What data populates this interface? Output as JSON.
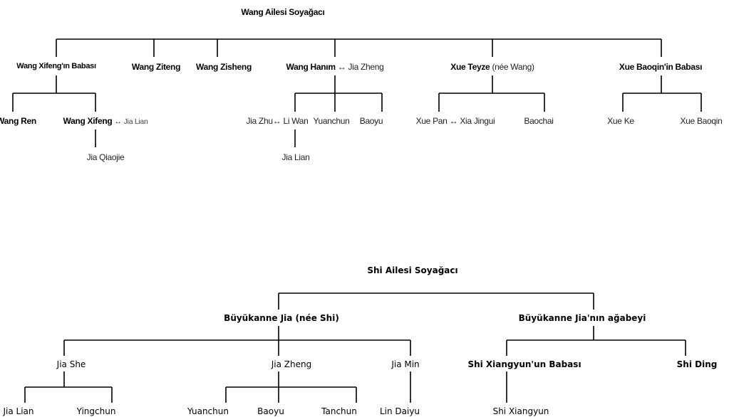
{
  "wang_tree": {
    "title": "Wang Ailesi Soyağacı",
    "gen1": [
      {
        "name": "Wang Xifeng'ın Babası"
      },
      {
        "name": "Wang Ziteng"
      },
      {
        "name": "Wang Zisheng"
      },
      {
        "name": "Wang Hanım",
        "spouse": "Jia Zheng"
      },
      {
        "name": "Xue Teyze",
        "note": "(née Wang)"
      },
      {
        "name": "Xue Baoqin'in Babası"
      }
    ],
    "gen2": [
      {
        "name": "Wang Ren",
        "parent": "Wang Xifeng'ın Babası"
      },
      {
        "name": "Wang Xifeng",
        "spouse": "Jia Lian",
        "parent": "Wang Xifeng'ın Babası"
      },
      {
        "name": "Jia Zhu",
        "spouse": "Li Wan",
        "parent": "Wang Hanım"
      },
      {
        "name": "Yuanchun",
        "parent": "Wang Hanım"
      },
      {
        "name": "Baoyu",
        "parent": "Wang Hanım"
      },
      {
        "name": "Xue Pan",
        "spouse": "Xia Jingui",
        "parent": "Xue Teyze"
      },
      {
        "name": "Baochai",
        "parent": "Xue Teyze"
      },
      {
        "name": "Xue Ke",
        "parent": "Xue Baoqin'in Babası"
      },
      {
        "name": "Xue Baoqin",
        "parent": "Xue Baoqin'in Babası"
      }
    ],
    "gen3": [
      {
        "name": "Jia Qiaojie",
        "parent": "Wang Xifeng"
      },
      {
        "name": "Jia Lian",
        "parent": "Li Wan"
      }
    ],
    "spouse_symbol": "↔"
  },
  "shi_tree": {
    "title": "Shi Ailesi Soyağacı",
    "gen1": [
      {
        "name": "Büyükanne Jia (née Shi)"
      },
      {
        "name": "Büyükanne Jia'nın ağabeyi"
      }
    ],
    "gen2": [
      {
        "name": "Jia She",
        "parent": "Büyükanne Jia (née Shi)"
      },
      {
        "name": "Jia Zheng",
        "parent": "Büyükanne Jia (née Shi)"
      },
      {
        "name": "Jia Min",
        "parent": "Büyükanne Jia (née Shi)"
      },
      {
        "name": "Shi Xiangyun'un Babası",
        "parent": "Büyükanne Jia'nın ağabeyi"
      },
      {
        "name": "Shi Ding",
        "parent": "Büyükanne Jia'nın ağabeyi"
      }
    ],
    "gen3": [
      {
        "name": "Jia Lian",
        "parent": "Jia She"
      },
      {
        "name": "Yingchun",
        "parent": "Jia She"
      },
      {
        "name": "Yuanchun",
        "parent": "Jia Zheng"
      },
      {
        "name": "Baoyu",
        "parent": "Jia Zheng"
      },
      {
        "name": "Tanchun",
        "parent": "Jia Zheng"
      },
      {
        "name": "Lin Daiyu",
        "parent": "Jia Min"
      },
      {
        "name": "Shi Xiangyun",
        "parent": "Shi Xiangyun'un Babası"
      }
    ]
  }
}
